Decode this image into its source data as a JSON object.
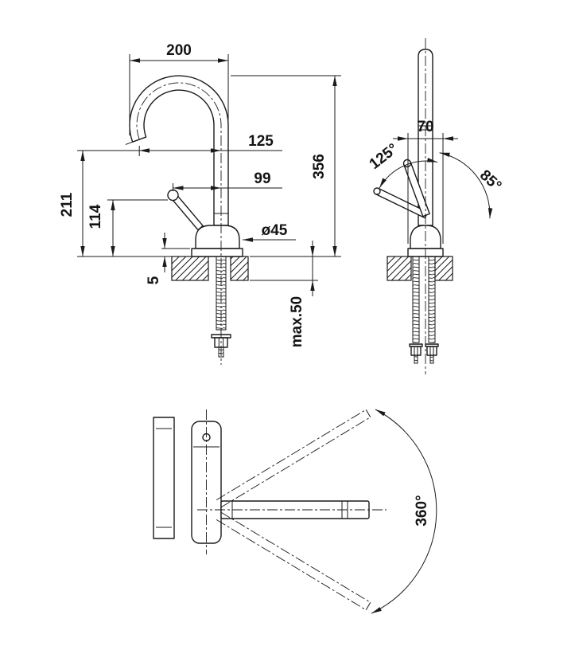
{
  "drawing": {
    "background": "#ffffff",
    "line_color": "#1a1a1a"
  },
  "front_view": {
    "dims": {
      "spout_projection": "200",
      "spout_reach": "125",
      "handle_offset": "99",
      "spout_height": "356",
      "outlet_height": "211",
      "handle_height": "114",
      "base_diameter": "ø45",
      "base_gap": "5",
      "max_deck_thickness": "max.50"
    }
  },
  "side_view": {
    "dims": {
      "base_depth": "70",
      "handle_swing_back": "125°",
      "handle_swing_front": "85°"
    }
  },
  "top_view": {
    "dims": {
      "spout_swivel": "360°"
    }
  }
}
